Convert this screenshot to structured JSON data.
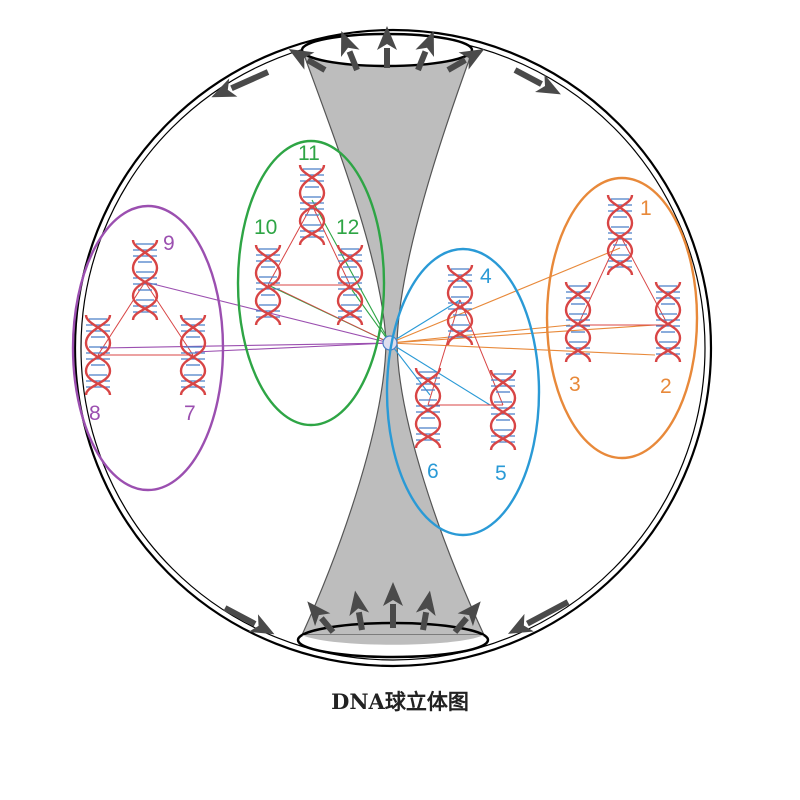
{
  "caption": "DNA球立体图",
  "colors": {
    "orange": "#e8893a",
    "blue": "#2a9ad6",
    "green": "#2ea545",
    "purple": "#9b4fb0",
    "dna_red": "#d84545",
    "dna_blue": "#4a7fc8",
    "funnel": "#bdbdbd",
    "arrow": "#4a4a4a"
  },
  "groups": [
    {
      "id": "orange",
      "labels": [
        "1",
        "2",
        "3"
      ]
    },
    {
      "id": "blue",
      "labels": [
        "4",
        "5",
        "6"
      ]
    },
    {
      "id": "green",
      "labels": [
        "11",
        "10",
        "12"
      ]
    },
    {
      "id": "purple",
      "labels": [
        "9",
        "8",
        "7"
      ]
    }
  ]
}
